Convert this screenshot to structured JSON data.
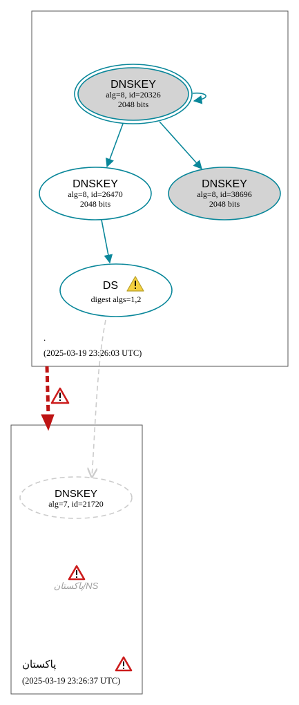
{
  "zones": {
    "root": {
      "name": ".",
      "timestamp": "(2025-03-19 23:26:03 UTC)"
    },
    "child": {
      "name": "پاکستان",
      "timestamp": "(2025-03-19 23:26:37 UTC)",
      "ns_label": "پاکستان/NS"
    }
  },
  "nodes": {
    "ksk": {
      "title": "DNSKEY",
      "line1": "alg=8, id=20326",
      "line2": "2048 bits"
    },
    "zsk": {
      "title": "DNSKEY",
      "line1": "alg=8, id=26470",
      "line2": "2048 bits"
    },
    "key3": {
      "title": "DNSKEY",
      "line1": "alg=8, id=38696",
      "line2": "2048 bits"
    },
    "ds": {
      "title": "DS",
      "line1": "digest algs=1,2"
    },
    "child_key": {
      "title": "DNSKEY",
      "line1": "alg=7, id=21720"
    }
  },
  "colors": {
    "edge_teal": "#0a879a",
    "edge_grey": "#cccccc",
    "delegation_red": "#be1515",
    "key_fill_grey": "#d3d3d3",
    "warning_yellow": "#f4d03f",
    "error_red": "#cc1c1c"
  },
  "icons": {
    "ds_warning": "warning-triangle-icon",
    "delegation_error": "error-triangle-icon",
    "ns_error": "error-triangle-icon",
    "zone_error": "error-triangle-icon"
  }
}
